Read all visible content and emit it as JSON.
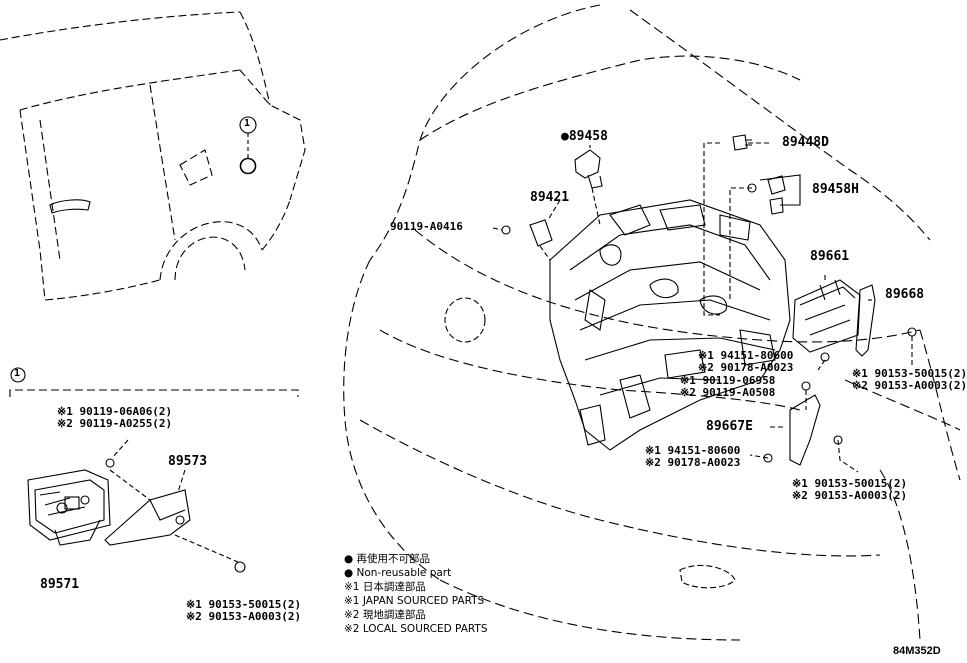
{
  "callout_marker": "1",
  "parts": {
    "p89458": "●89458",
    "p89448d": "89448D",
    "p89458h": "89458H",
    "p89421": "89421",
    "p90119_a0416": "90119-A0416",
    "p89661": "89661",
    "p89668": "89668",
    "p89667e": "89667E",
    "grp1_l1": "※1 94151-80600",
    "grp1_l2": "※2 90178-A0023",
    "grp2_l1": "※1 90119-06958",
    "grp2_l2": "※2 90119-A0508",
    "grp3_l1": "※1 90153-50015(2)",
    "grp3_l2": "※2 90153-A0003(2)",
    "grp4_l1": "※1 94151-80600",
    "grp4_l2": "※2 90178-A0023",
    "grp5_l1": "※1 90153-50015(2)",
    "grp5_l2": "※2 90153-A0003(2)",
    "inset_a_l1": "※1 90119-06A06(2)",
    "inset_a_l2": "※2 90119-A0255(2)",
    "p89573": "89573",
    "p89571": "89571",
    "inset_b_l1": "※1 90153-50015(2)",
    "inset_b_l2": "※2 90153-A0003(2)"
  },
  "legend": [
    "● 再使用不可部品",
    "● Non-reusable part",
    "※1 日本調達部品",
    "※1 JAPAN SOURCED PARTS",
    "※2 現地調達部品",
    "※2 LOCAL SOURCED PARTS"
  ],
  "figure_code": "84M352D"
}
